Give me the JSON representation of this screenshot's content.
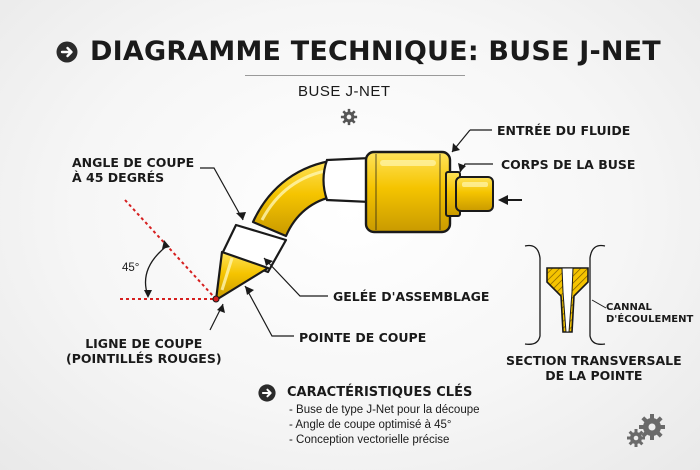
{
  "header": {
    "title": "DIAGRAMME TECHNIQUE: BUSE J-NET",
    "subtitle": "BUSE J-NET",
    "title_icon": "arrow-right-circle-icon",
    "subtitle_icon": "gear-icon"
  },
  "labels": {
    "cut_angle": [
      "ANGLE DE COUPE",
      "À 45 DEGRÉS"
    ],
    "angle_value": "45°",
    "cut_line": [
      "LIGNE DE COUPE",
      "(POINTILLÉS ROUGES)"
    ],
    "fluid_inlet": "ENTRÉE DU FLUIDE",
    "nozzle_body": "CORPS DE LA BUSE",
    "assembly_gel": "GELÉE D'ASSEMBLAGE",
    "cutting_tip": "POINTE DE COUPE",
    "flow_channel": [
      "CANNAL",
      "D'ÉCOULEMENT"
    ],
    "cross_section": [
      "SECTION TRANSVERSALE",
      "DE LA POINTE"
    ]
  },
  "features": {
    "title": "CARACTÉRISTIQUES CLÉS",
    "items": [
      "- Buse de type J-Net pour la découpe",
      "- Angle de coupe optimisé à 45°",
      "- Conception vectorielle précise"
    ],
    "icon": "arrow-right-circle-icon"
  },
  "colors": {
    "nozzle_yellow": "#f5c400",
    "nozzle_shadow": "#c99a00",
    "cut_line_red": "#d62020",
    "outline": "#1a1a1a"
  },
  "footer": {
    "icon": "gears-icon"
  }
}
